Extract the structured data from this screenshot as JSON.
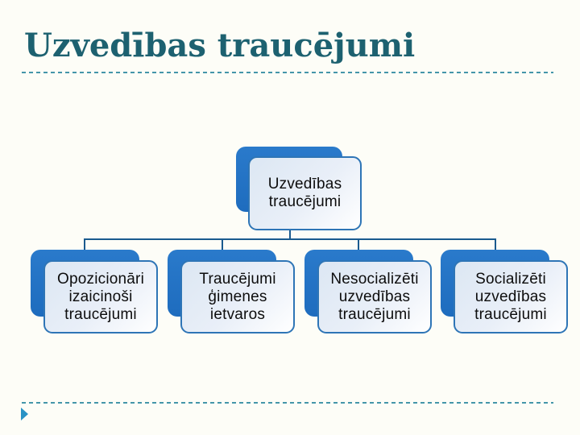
{
  "title": "Uzvedības traucējumi",
  "diagram": {
    "type": "hierarchy",
    "root": {
      "label": "Uzvedības traucējumi",
      "lines": [
        "Uzvedības",
        "traucējumi"
      ]
    },
    "children": [
      {
        "label": "Opozicionāri izaicinoši traucējumi",
        "lines": [
          "Opozicionāri",
          "izaicinoši",
          "traucējumi"
        ]
      },
      {
        "label": "Traucējumi ģimenes ietvaros",
        "lines": [
          "Traucējumi",
          "ģimenes",
          "ietvaros"
        ]
      },
      {
        "label": "Nesocializēti uzvedības traucējumi",
        "lines": [
          "Nesocializēti",
          "uzvedības",
          "traucējumi"
        ]
      },
      {
        "label": "Socializēti uzvedības traucējumi",
        "lines": [
          "Socializēti",
          "uzvedības",
          "traucējumi"
        ]
      }
    ]
  },
  "colors": {
    "title_text": "#1d6170",
    "dashed_line": "#4496a9",
    "node_shadow_fill": "#2173c6",
    "node_face_border": "#2e75b6",
    "node_face_fill": "#e3ebf6",
    "connector": "#1a5a8e",
    "bullet_triangle": "#2a93c5",
    "node_text": "#0d0d0d",
    "background": "#fdfdf7"
  },
  "icons": {
    "bullet": "right-pointing-triangle"
  }
}
